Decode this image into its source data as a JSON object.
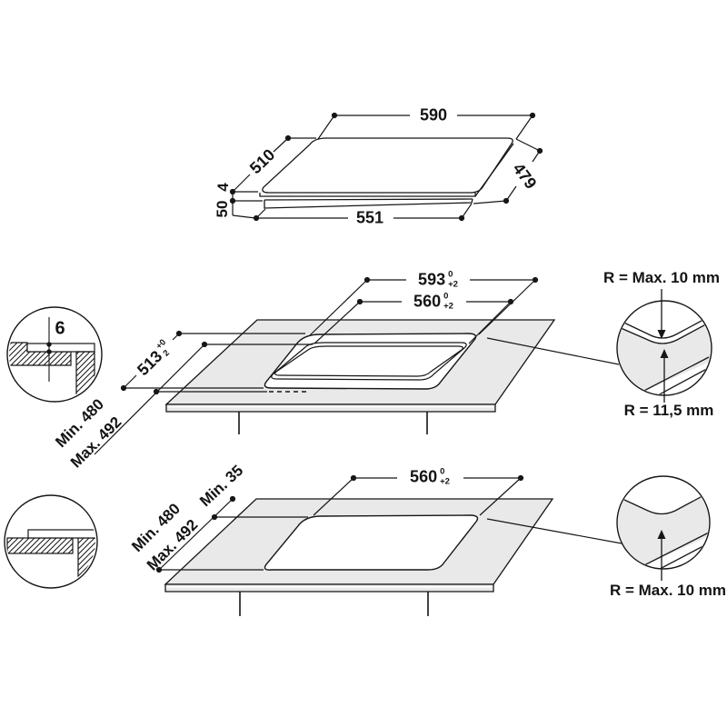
{
  "top_view": {
    "dim_width_top": "590",
    "dim_depth_left": "510",
    "dim_depth_right": "479",
    "dim_width_bottom": "551",
    "dim_glass_thickness": "4",
    "dim_body_height": "50"
  },
  "flush_mount": {
    "dim_ledge_width": "593",
    "dim_ledge_width_tol_top": "0",
    "dim_ledge_width_tol_bottom": "+2",
    "dim_cutout_width": "560",
    "dim_cutout_width_tol_top": "0",
    "dim_cutout_width_tol_bottom": "+2",
    "dim_ledge_depth": "513",
    "dim_ledge_depth_tol_top": "+0",
    "dim_ledge_depth_tol_bottom": "2",
    "dim_depth_min": "Min. 480",
    "dim_depth_max": "Max. 492",
    "recess_depth": "6",
    "radius_top_label": "R = Max. 10 mm",
    "radius_inner_label": "R = 11,5 mm"
  },
  "surface_mount": {
    "dim_cutout_width": "560",
    "dim_cutout_width_tol_top": "0",
    "dim_cutout_width_tol_bottom": "+2",
    "dim_depth_min": "Min. 480",
    "dim_depth_max": "Max. 492",
    "dim_back_clearance": "Min. 35",
    "radius_label": "R = Max. 10 mm"
  },
  "colors": {
    "line": "#161616",
    "counter_gray": "#e9e9e9",
    "white": "#ffffff"
  }
}
